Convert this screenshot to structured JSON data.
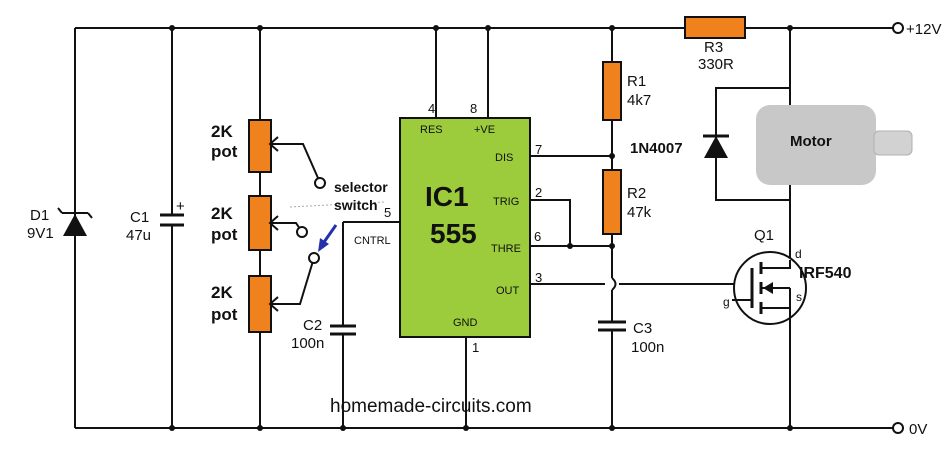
{
  "supply": {
    "positive": "+12V",
    "ground": "0V"
  },
  "watermark": "homemade-circuits.com",
  "ic": {
    "name": "IC1",
    "part": "555",
    "pins": {
      "res": {
        "num": "4",
        "label": "RES"
      },
      "vcc": {
        "num": "8",
        "label": "+VE"
      },
      "dis": {
        "num": "7",
        "label": "DIS"
      },
      "trig": {
        "num": "2",
        "label": "TRIG"
      },
      "thre": {
        "num": "6",
        "label": "THRE"
      },
      "out": {
        "num": "3",
        "label": "OUT"
      },
      "cntrl": {
        "num": "5",
        "label": "CNTRL"
      },
      "gnd": {
        "num": "1",
        "label": "GND"
      }
    }
  },
  "components": {
    "d1": {
      "ref": "D1",
      "value": "9V1"
    },
    "c1": {
      "ref": "C1",
      "value": "47u",
      "polarity": "+"
    },
    "pots": [
      {
        "line1": "2K",
        "line2": "pot"
      },
      {
        "line1": "2K",
        "line2": "pot"
      },
      {
        "line1": "2K",
        "line2": "pot"
      }
    ],
    "selector": {
      "line1": "selector",
      "line2": "switch"
    },
    "c2": {
      "ref": "C2",
      "value": "100n"
    },
    "r1": {
      "ref": "R1",
      "value": "4k7"
    },
    "r2": {
      "ref": "R2",
      "value": "47k"
    },
    "c3": {
      "ref": "C3",
      "value": "100n"
    },
    "r3": {
      "ref": "R3",
      "value": "330R"
    },
    "diode": {
      "ref": "1N4007"
    },
    "motor": {
      "label": "Motor"
    },
    "q1": {
      "ref": "Q1",
      "part": "IRF540",
      "drain": "d",
      "gate": "g",
      "source": "s"
    }
  },
  "colors": {
    "ic_fill": "#9ccc3c",
    "resistor_fill": "#f0821e",
    "motor_fill": "#c8c8c8",
    "selector_arrow": "#2233aa",
    "watermark": "#cc2222"
  }
}
